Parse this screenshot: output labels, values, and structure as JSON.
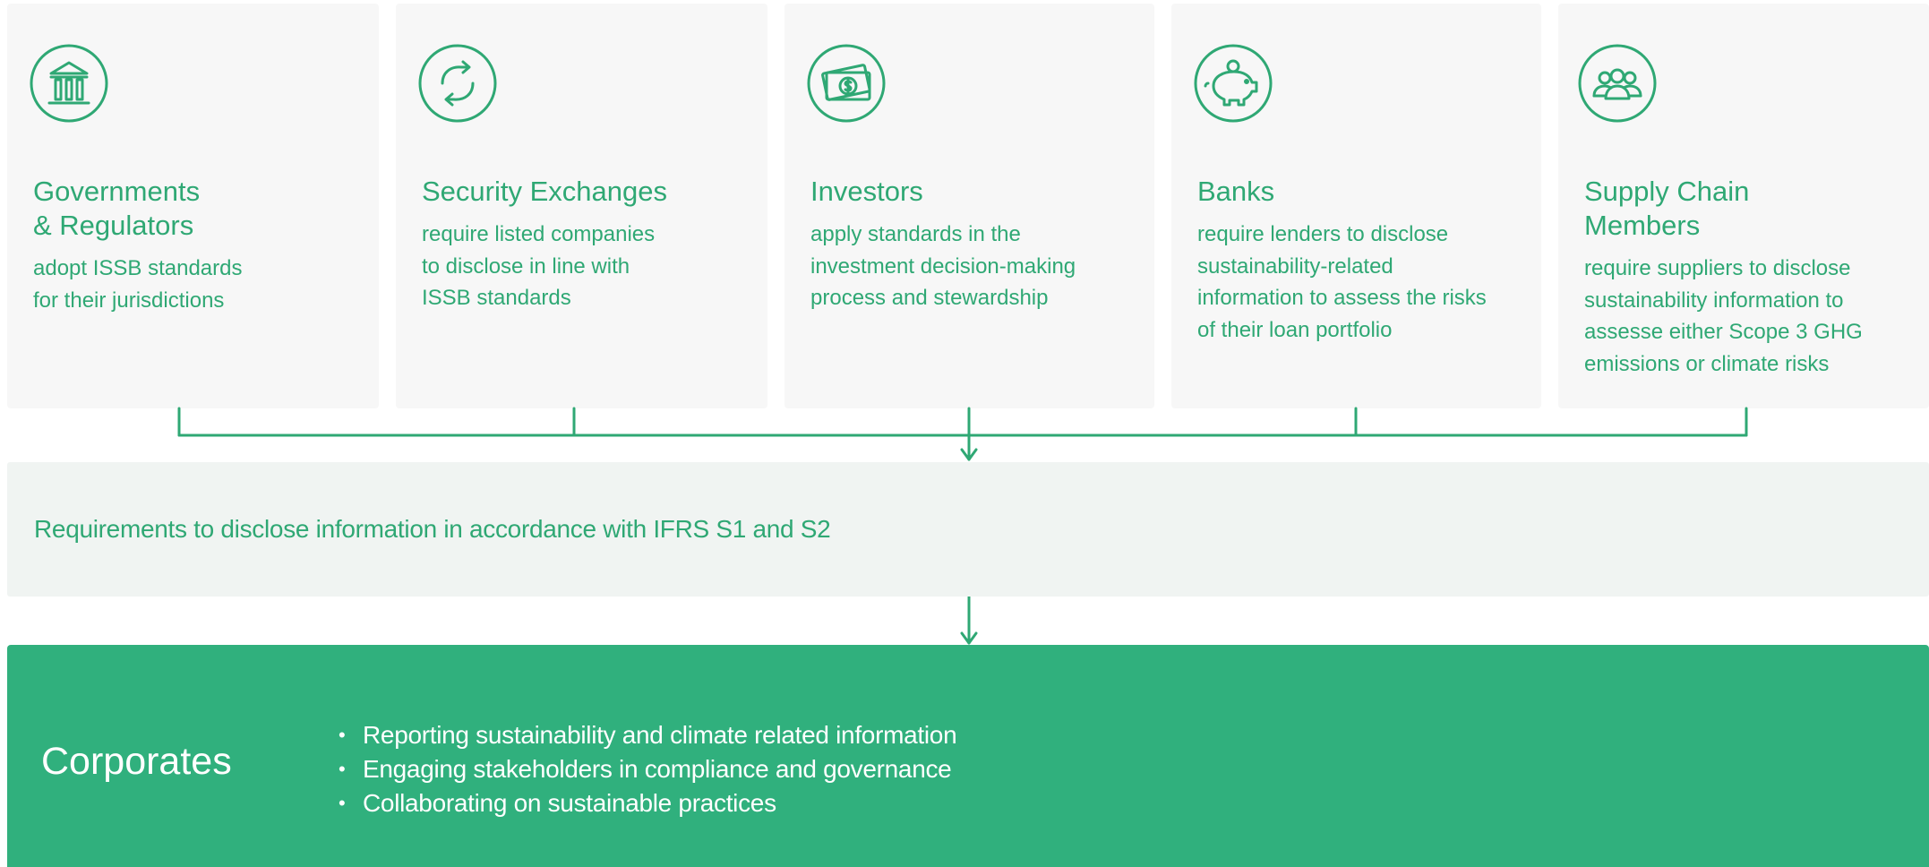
{
  "colors": {
    "accent": "#2fa874",
    "card_bg": "#f7f7f7",
    "requirement_bg": "#f0f4f2",
    "corporate_bg": "#30b07d",
    "corporate_text": "#ffffff"
  },
  "stakeholders": [
    {
      "icon": "bank-building-icon",
      "title": "Governments\n& Regulators",
      "description": "adopt ISSB standards\nfor their jurisdictions"
    },
    {
      "icon": "exchange-arrows-icon",
      "title": "Security Exchanges",
      "description": "require listed companies\nto disclose in line with\nISSB standards"
    },
    {
      "icon": "money-banknote-icon",
      "title": "Investors",
      "description": "apply standards in the\ninvestment decision-making\nprocess and stewardship"
    },
    {
      "icon": "piggy-bank-icon",
      "title": "Banks",
      "description": "require lenders to disclose\nsustainability-related\ninformation to assess the risks\nof their loan portfolio"
    },
    {
      "icon": "people-group-icon",
      "title": "Supply Chain\nMembers",
      "description": "require suppliers to disclose\nsustainability information to\nassesse either Scope 3 GHG\nemissions or climate risks"
    }
  ],
  "requirement": {
    "text": "Requirements to disclose information in accordance with IFRS S1 and S2"
  },
  "corporates": {
    "title": "Corporates",
    "bullet_char": "•",
    "points": [
      "Reporting sustainability and climate related information",
      "Engaging stakeholders in compliance and governance",
      "Collaborating on sustainable practices"
    ]
  }
}
